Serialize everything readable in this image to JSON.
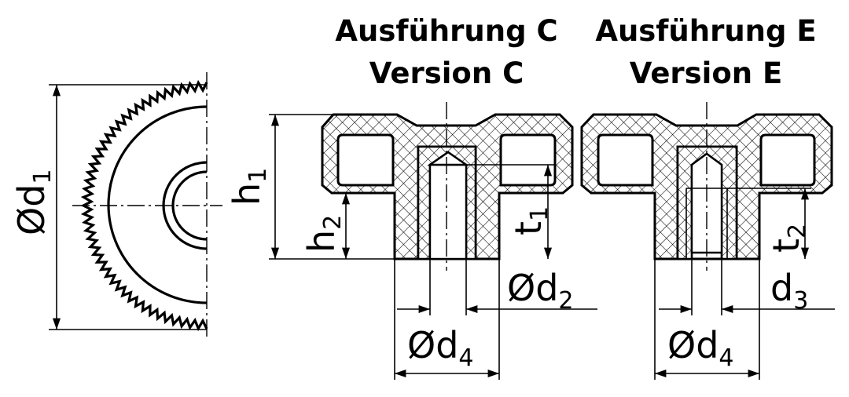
{
  "titles": {
    "version_c_de": "Ausführung C",
    "version_c_en": "Version C",
    "version_e_de": "Ausführung E",
    "version_e_en": "Version E"
  },
  "dimensions": {
    "d1": {
      "prefix": "Ø",
      "base": "d",
      "sub": "1"
    },
    "h1": {
      "base": "h",
      "sub": "1"
    },
    "h2": {
      "base": "h",
      "sub": "2"
    },
    "t1": {
      "base": "t",
      "sub": "1"
    },
    "t2": {
      "base": "t",
      "sub": "2"
    },
    "d2": {
      "prefix": "Ø",
      "base": "d",
      "sub": "2"
    },
    "d3": {
      "base": "d",
      "sub": "3"
    },
    "d4_c": {
      "prefix": "Ø",
      "base": "d",
      "sub": "4"
    },
    "d4_e": {
      "prefix": "Ø",
      "base": "d",
      "sub": "4"
    }
  }
}
